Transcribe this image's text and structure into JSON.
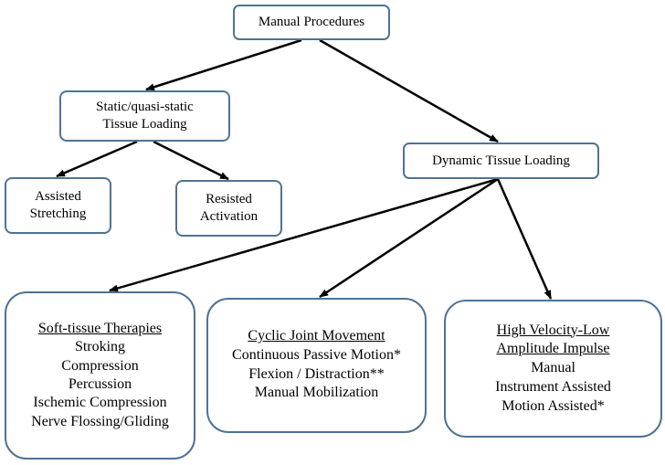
{
  "nodes": {
    "root": {
      "label": "Manual Procedures"
    },
    "static": {
      "line1": "Static/quasi-static",
      "line2": "Tissue Loading"
    },
    "dynamic": {
      "label": "Dynamic Tissue Loading"
    },
    "assisted_stretching": {
      "line1": "Assisted",
      "line2": "Stretching"
    },
    "resisted_activation": {
      "line1": "Resisted",
      "line2": "Activation"
    },
    "soft_tissue": {
      "title": "Soft-tissue Therapies",
      "items": [
        "Stroking",
        "Compression",
        "Percussion",
        "Ischemic Compression",
        "Nerve Flossing/Gliding"
      ]
    },
    "cyclic": {
      "title": "Cyclic Joint Movement",
      "items": [
        "Continuous Passive Motion*",
        "Flexion / Distraction**",
        "Manual Mobilization"
      ]
    },
    "hvla": {
      "title_line1": "High Velocity-Low",
      "title_line2": "Amplitude Impulse",
      "items": [
        "Manual",
        "Instrument Assisted",
        "Motion Assisted*"
      ]
    }
  },
  "colors": {
    "border": "#4f7396",
    "arrow": "#000000"
  }
}
